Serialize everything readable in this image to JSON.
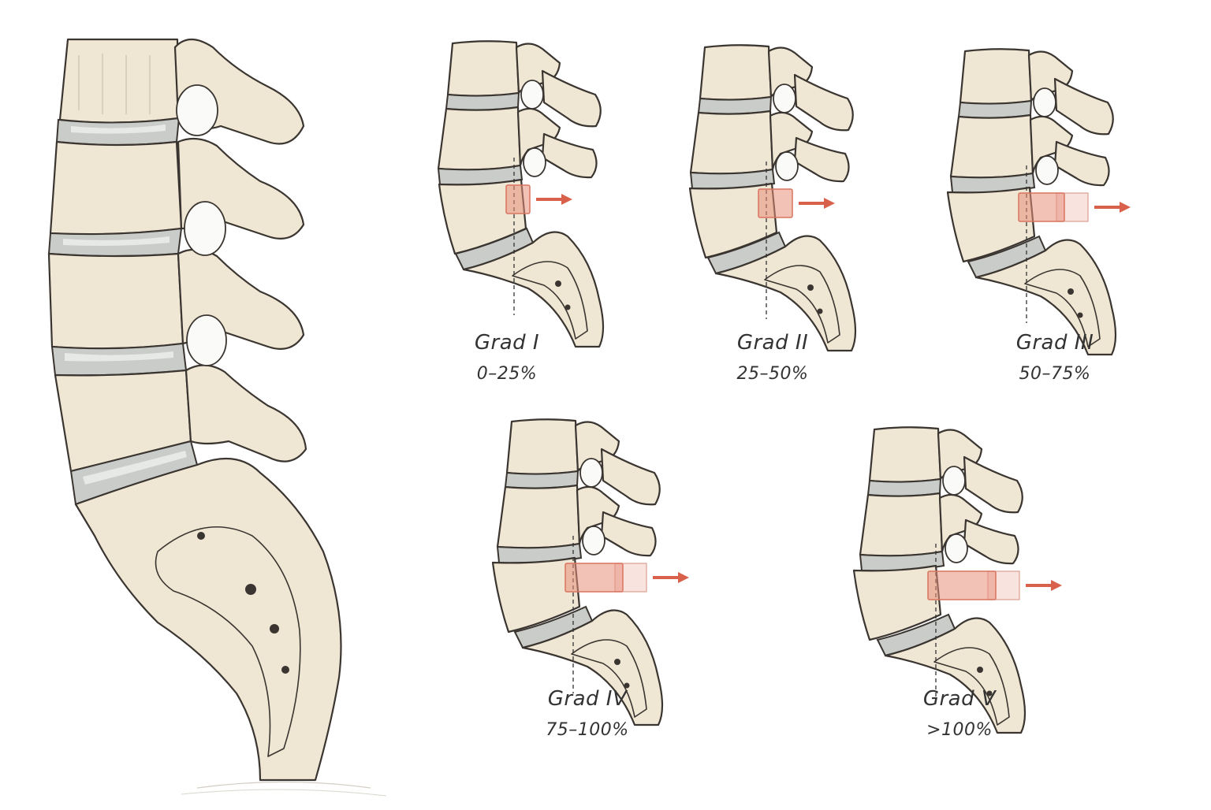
{
  "grades": [
    {
      "id": "grade-1",
      "label": "Grad I",
      "range": "0–25%",
      "slip": 0.125
    },
    {
      "id": "grade-2",
      "label": "Grad II",
      "range": "25–50%",
      "slip": 0.375
    },
    {
      "id": "grade-3",
      "label": "Grad III",
      "range": "50–75%",
      "slip": 0.625
    },
    {
      "id": "grade-4",
      "label": "Grad IV",
      "range": "75–100%",
      "slip": 0.875
    },
    {
      "id": "grade-5",
      "label": "Grad V",
      "range": ">100%",
      "slip": 1.1
    }
  ],
  "colors": {
    "bone": "#efe6d3",
    "disc": "#c9ccc8",
    "slip_highlight": "#e8907c",
    "arrow": "#d9604a"
  }
}
